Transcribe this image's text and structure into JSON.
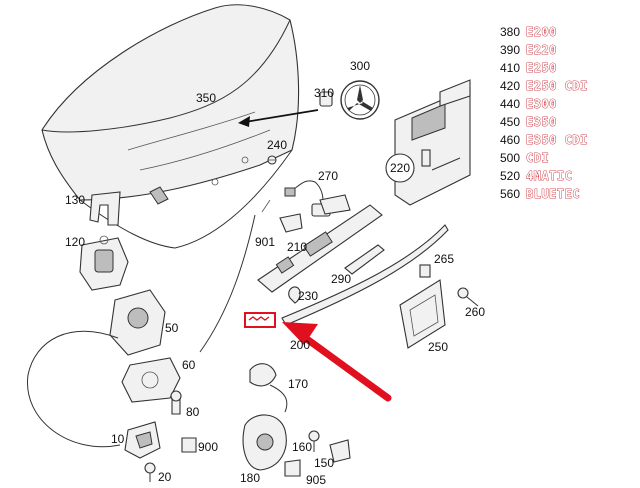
{
  "callouts": {
    "c350": "350",
    "c310": "310",
    "c300": "300",
    "c240": "240",
    "c270": "270",
    "c130": "130",
    "c120": "120",
    "c901": "901",
    "c210": "210",
    "c290": "290",
    "c220": "220",
    "c265": "265",
    "c230": "230",
    "c260": "260",
    "c200": "200",
    "c250": "250",
    "c50": "50",
    "c60": "60",
    "c170": "170",
    "c80": "80",
    "c10": "10",
    "c900": "900",
    "c20": "20",
    "c160": "160",
    "c150": "150",
    "c180": "180",
    "c905": "905"
  },
  "legend": [
    {
      "num": "380",
      "name": "E200"
    },
    {
      "num": "390",
      "name": "E220"
    },
    {
      "num": "410",
      "name": "E250"
    },
    {
      "num": "420",
      "name": "E250 CDI"
    },
    {
      "num": "440",
      "name": "E300"
    },
    {
      "num": "450",
      "name": "E350"
    },
    {
      "num": "460",
      "name": "E350 CDI"
    },
    {
      "num": "500",
      "name": "CDI"
    },
    {
      "num": "520",
      "name": "4MATIC"
    },
    {
      "num": "560",
      "name": "BLUETEC"
    }
  ],
  "colors": {
    "highlight": "#e0101e",
    "arrow": "#e0101e",
    "legend_outline": "#c4121f"
  },
  "icons": {
    "star": "mercedes-star-emblem",
    "pointer": "red-arrow"
  }
}
